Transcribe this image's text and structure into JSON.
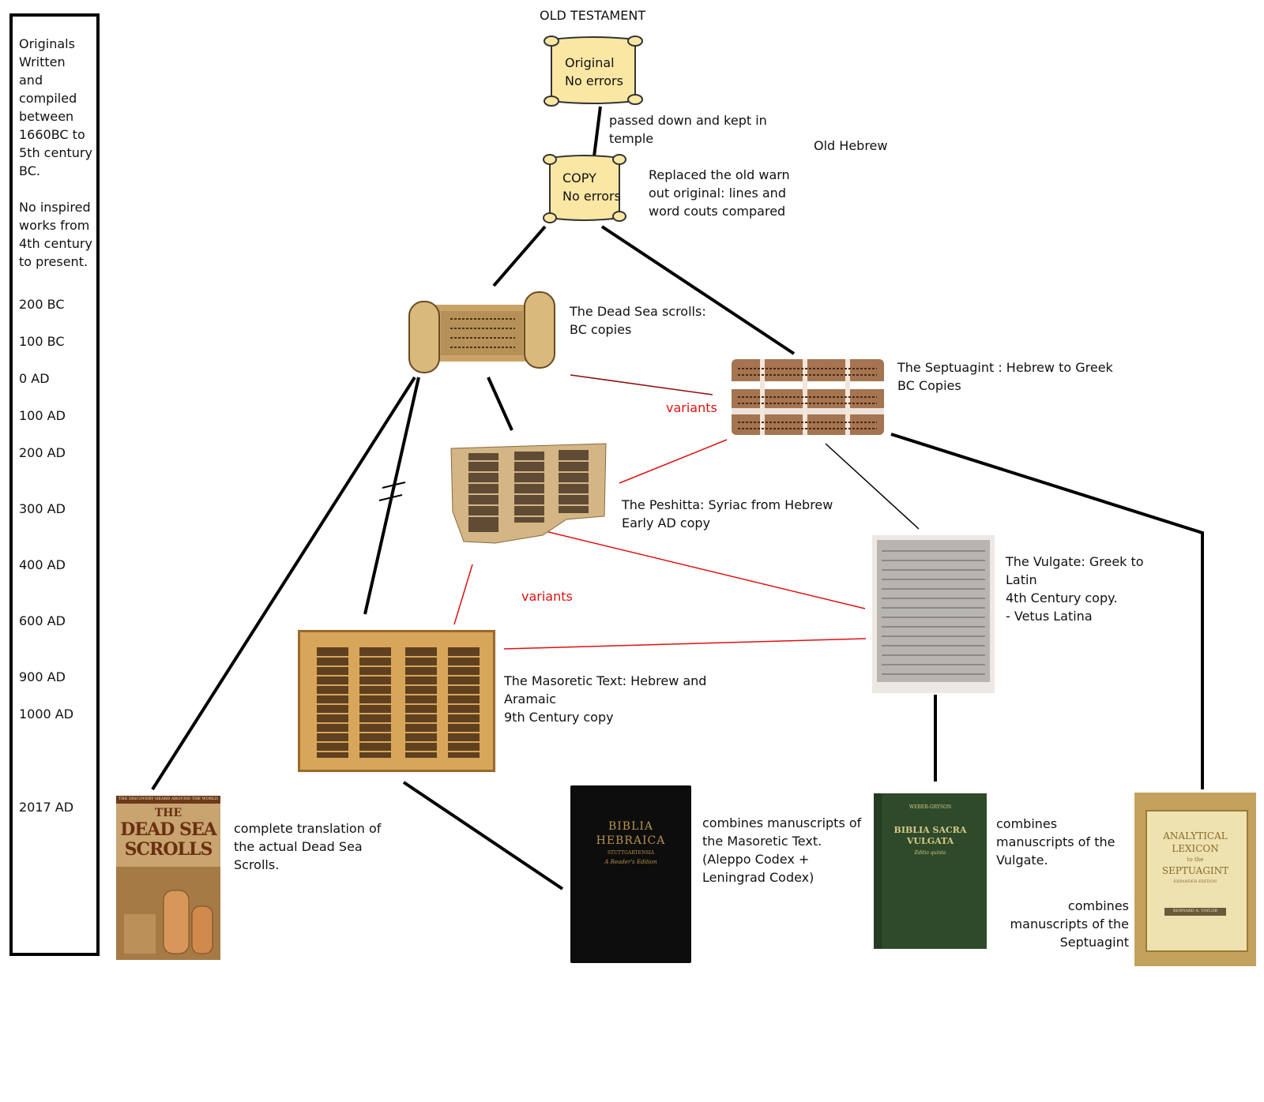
{
  "timeline": {
    "intro": "Originals\nWritten\nand\ncompiled\nbetween\n1660BC to\n5th century\nBC.\n\nNo inspired\nworks from\n4th century\nto present.",
    "labels": [
      "200 BC",
      "100 BC",
      "0 AD",
      "100 AD",
      "200 AD",
      "300 AD",
      "400 AD",
      "600 AD",
      "900 AD",
      "1000 AD",
      "2017 AD"
    ]
  },
  "header": "OLD TESTAMENT",
  "scroll_original": "Original\nNo errors",
  "scroll_copy": "COPY\nNo errors",
  "passed_down": "passed down and kept in\ntemple",
  "old_hebrew": "Old Hebrew",
  "replaced": "Replaced the old warn\nout original: lines and\nword couts compared",
  "dead_sea": "The Dead Sea scrolls:\nBC copies",
  "septuagint": "The Septuagint : Hebrew to Greek\nBC Copies",
  "peshitta": "The Peshitta: Syriac from Hebrew\nEarly AD copy",
  "vulgate": "The Vulgate: Greek to\nLatin\n4th Century copy.\n- Vetus Latina",
  "masoretic": "The Masoretic Text: Hebrew and\nAramaic\n9th Century copy",
  "variants_1": "variants",
  "variants_2": "variants",
  "dss_book_caption": "complete translation of\nthe actual Dead Sea\nScrolls.",
  "bhs_caption": "combines manuscripts of\nthe Masoretic Text.\n(Aleppo Codex +\nLeningrad Codex)",
  "vulgata_caption": "combines\nmanuscripts of the\nVulgate.",
  "lxx_caption": "combines\nmanuscripts of the\nSeptuagint",
  "books": {
    "dss": {
      "top": "THE DISCOVERY HEARD AROUND THE WORLD",
      "title1": "THE",
      "title2": "DEAD SEA",
      "title3": "SCROLLS"
    },
    "bhs": {
      "title1": "BIBLIA",
      "title2": "HEBRAICA",
      "sub": "STUTTGARTENSIA",
      "edition": "A Reader's Edition"
    },
    "vulgata": {
      "top": "WEBER-GRYSON",
      "title1": "BIBLIA SACRA",
      "title2": "VULGATA",
      "sub": "Editio quinta"
    },
    "lxx": {
      "title1": "ANALYTICAL",
      "title2": "LEXICON",
      "title3": "to the",
      "title4": "SEPTUAGINT",
      "sub": "EXPANDED EDITION",
      "author": "BERNARD A. TAYLOR"
    }
  },
  "colors": {
    "red_line": "#e01010",
    "dark_red_line": "#8b1010",
    "scroll_fill": "#fbe7a4"
  }
}
